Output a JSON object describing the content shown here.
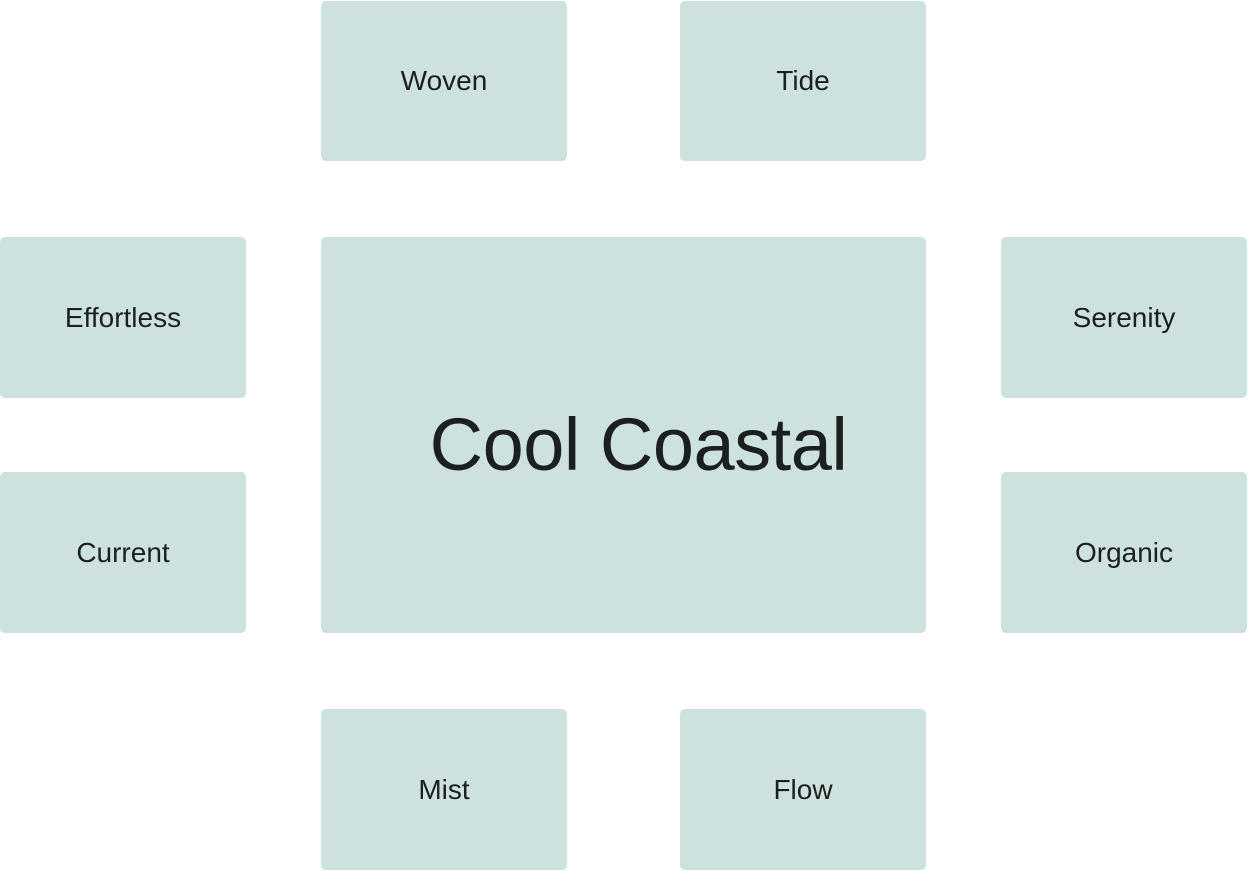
{
  "theme": {
    "card_background": "#cde2df",
    "text_color": "#1c1f1f",
    "page_background": "#ffffff"
  },
  "center": {
    "label": "Cool Coastal"
  },
  "keywords": {
    "top_left": "Woven",
    "top_right": "Tide",
    "middle_left_upper": "Effortless",
    "middle_right_upper": "Serenity",
    "middle_left_lower": "Current",
    "middle_right_lower": "Organic",
    "bottom_left": "Mist",
    "bottom_right": "Flow"
  }
}
